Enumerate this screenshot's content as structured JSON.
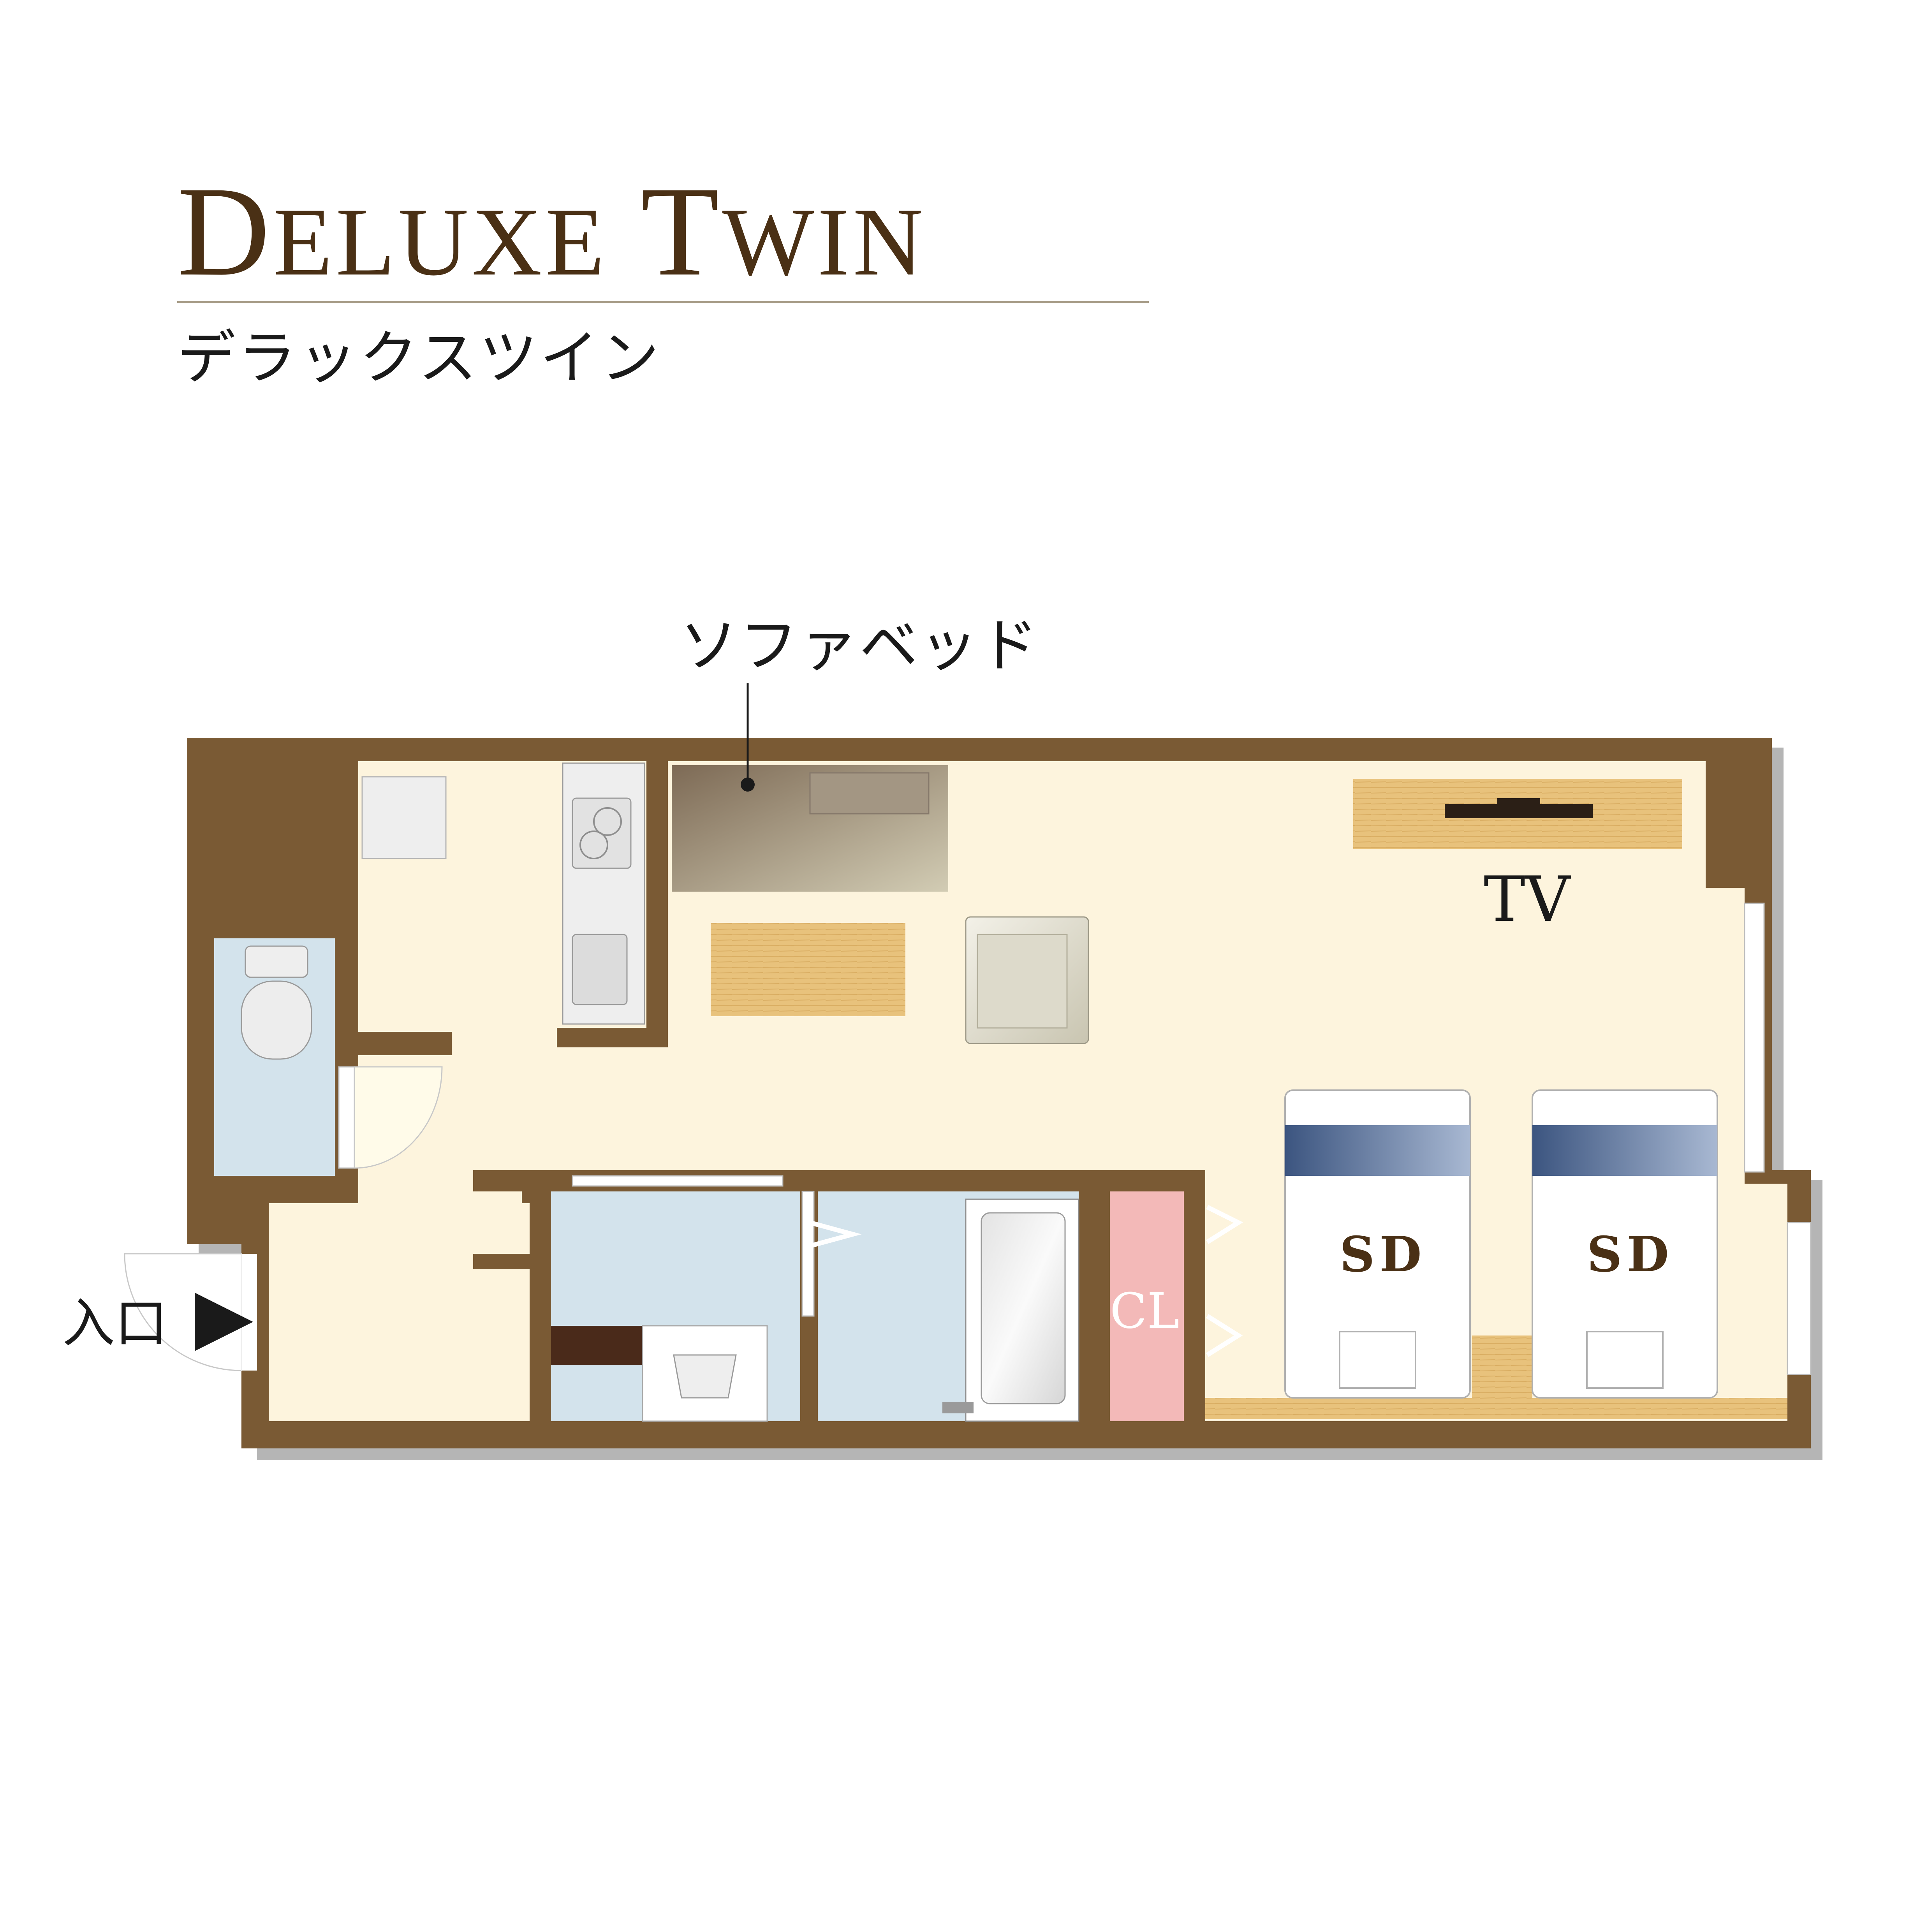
{
  "header": {
    "title": "Deluxe Twin",
    "subtitle": "デラックスツイン"
  },
  "labels": {
    "sofa_bed": "ソファベッド",
    "tv": "TV",
    "bed_1": "SD",
    "bed_2": "SD",
    "closet": "CL",
    "entrance": "入口"
  },
  "colors": {
    "wall": "#7a5a34",
    "wall_shadow": "#b5b5b5",
    "floor": "#fdf4dd",
    "wet_area": "#d3e3ec",
    "wood": "#e7c07a",
    "closet": "#f3b9b8",
    "bed_band": "#566f99",
    "text": "#1a1a1a",
    "title_text": "#4a3015"
  },
  "icons": [
    "toilet-icon",
    "stove-icon",
    "sink-icon",
    "bathtub-icon",
    "entrance-arrow-icon"
  ]
}
